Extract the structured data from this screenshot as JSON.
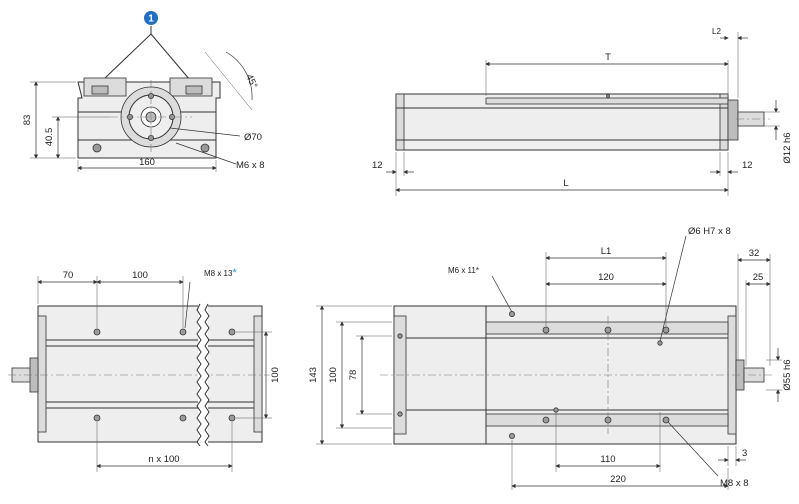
{
  "marker": {
    "number": "1",
    "color": "#1f6fc5"
  },
  "star_color": "#2a8fd0",
  "front_view": {
    "height_total": "83",
    "height_axis": "40.5",
    "width": "160",
    "angle": "45°",
    "diameter": "Ø70",
    "thread": "M6 x 8"
  },
  "side_view": {
    "T": "T",
    "L2": "L2",
    "L": "L",
    "left_12": "12",
    "right_12": "12",
    "shaft": "Ø12 h6"
  },
  "bottom_view": {
    "d70": "70",
    "d100": "100",
    "thread": "M8 x 13",
    "star": "*",
    "pitch": "n x 100",
    "height": "100"
  },
  "top_view": {
    "thread_left": "M6 x 11*",
    "pin": "Ø6 H7 x 8",
    "L1": "L1",
    "d120": "120",
    "d32": "32",
    "d25": "25",
    "d143": "143",
    "d100": "100",
    "d78": "78",
    "shaft": "Ø55 h6",
    "d110": "110",
    "d3": "3",
    "d220": "220",
    "thread_right": "M8 x 8"
  }
}
